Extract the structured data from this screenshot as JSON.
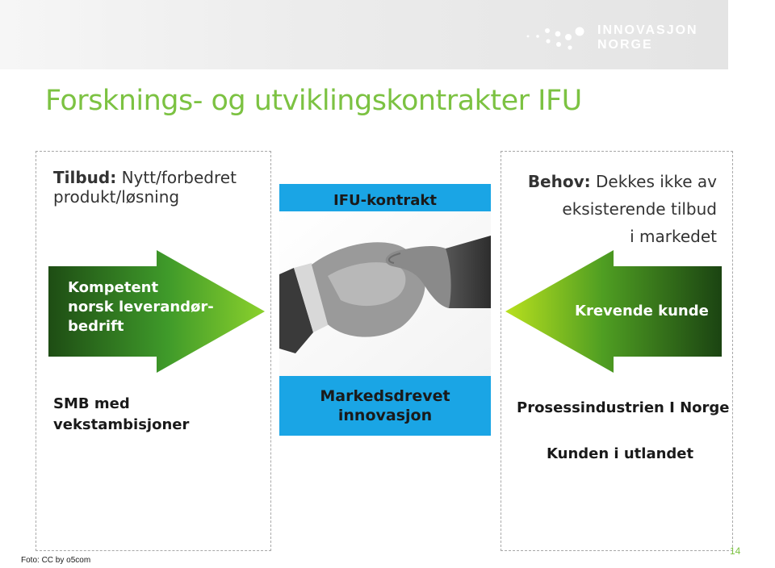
{
  "header": {
    "brand_line1": "INNOVASJON",
    "brand_line2": "NORGE",
    "colors": {
      "bar": "#ececec",
      "brand_dots": "#ffffff"
    }
  },
  "slide": {
    "title": "Forsknings- og utviklingskontrakter IFU",
    "title_color": "#7cc242"
  },
  "left": {
    "offer_bold": "Tilbud:",
    "offer_rest": " Nytt/forbedret produkt/løsning",
    "arrow_label_line1": "Kompetent",
    "arrow_label_line2": "norsk leverandør-",
    "arrow_label_line3": "bedrift",
    "bottom_line1": "SMB med",
    "bottom_line2": "vekstambisjoner"
  },
  "center": {
    "top_label": "IFU-kontrakt",
    "bottom_label_line1": "Markedsdrevet",
    "bottom_label_line2": "innovasjon",
    "accent": "#1aa5e5"
  },
  "right": {
    "need_bold": "Behov:",
    "need_line1_rest": " Dekkes ikke av",
    "need_line2": "eksisterende tilbud",
    "need_line3": "i markedet",
    "arrow_label": "Krevende kunde",
    "bottom_line1": "Prosessindustrien I Norge",
    "bottom_line2": "Kunden i utlandet"
  },
  "footer": {
    "credit": "Foto: CC by o5com",
    "page_number": "14"
  }
}
